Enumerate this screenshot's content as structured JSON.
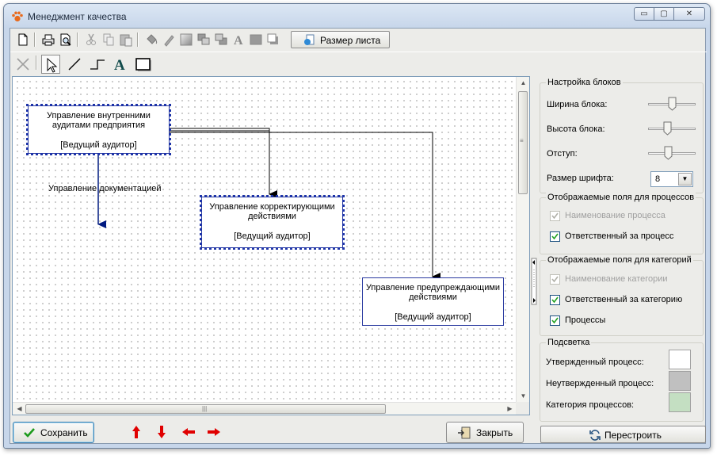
{
  "window": {
    "title": "Менеджмент качества",
    "controls": {
      "minimize": "▭",
      "maximize": "▢",
      "close": "✕"
    }
  },
  "toolbar": {
    "icons": [
      "new-document-icon",
      "print-icon",
      "print-preview-icon",
      "cut-icon",
      "copy-icon",
      "paste-icon",
      "fill-color-icon",
      "line-color-icon",
      "gradient-icon",
      "bring-front-icon",
      "send-back-icon",
      "font-icon",
      "rectangle-fill-icon",
      "shadow-icon"
    ],
    "page_size_label": "Размер листа"
  },
  "drawing_tools": [
    "delete-icon",
    "pointer-icon",
    "line-icon",
    "connector-icon",
    "text-icon",
    "rectangle-icon"
  ],
  "diagram": {
    "nodes": [
      {
        "id": "n1",
        "title": "Управление внутренними аудитами предприятия",
        "role": "[Ведущий аудитор]"
      },
      {
        "id": "n2",
        "title": "Управление корректирующими действиями",
        "role": "[Ведущий аудитор]"
      },
      {
        "id": "n3",
        "title": "Управление предупреждающими действиями",
        "role": "[Ведущий аудитор]"
      }
    ],
    "free_label": "Управление документацией"
  },
  "panel": {
    "block_settings": {
      "title": "Настройка блоков",
      "width_label": "Ширина блока:",
      "height_label": "Высота блока:",
      "indent_label": "Отступ:",
      "font_size_label": "Размер шрифта:",
      "font_size_value": "8",
      "width_level": 0.5,
      "height_level": 0.4,
      "indent_level": 0.4
    },
    "process_fields": {
      "title": "Отображаемые поля для процессов",
      "items": [
        {
          "label": "Наименование процесса",
          "checked": true,
          "disabled": true
        },
        {
          "label": "Ответственный за процесс",
          "checked": true,
          "disabled": false
        }
      ]
    },
    "category_fields": {
      "title": "Отображаемые поля для категорий",
      "items": [
        {
          "label": "Наименование категории",
          "checked": true,
          "disabled": true
        },
        {
          "label": "Ответственный за категорию",
          "checked": true,
          "disabled": false
        },
        {
          "label": "Процессы",
          "checked": true,
          "disabled": false
        }
      ]
    },
    "highlight": {
      "title": "Подсветка",
      "approved_label": "Утвержденный процесс:",
      "unapproved_label": "Неутвержденный процесс:",
      "category_label": "Категория процессов:",
      "approved_color": "#ffffff",
      "unapproved_color": "#c0c0c0",
      "category_color": "#c4dfc2"
    },
    "rebuild_label": "Перестроить"
  },
  "footer": {
    "save_label": "Сохранить",
    "close_label": "Закрыть",
    "move_buttons": [
      "arrow-up-icon",
      "arrow-down-icon",
      "arrow-left-icon",
      "arrow-right-icon"
    ]
  },
  "colors": {
    "accent_red": "#e00000",
    "node_border": "#1d33a8",
    "edge": "#000000"
  }
}
